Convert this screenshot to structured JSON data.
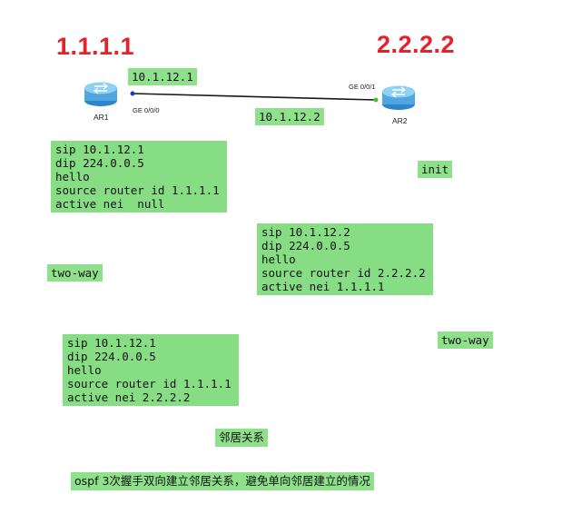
{
  "routers": {
    "ar1": {
      "name": "AR1",
      "router_id": "1.1.1.1",
      "interface": "GE 0/0/0",
      "ip": "10.1.12.1"
    },
    "ar2": {
      "name": "AR2",
      "router_id": "2.2.2.2",
      "interface": "GE 0/0/1",
      "ip": "10.1.12.2"
    }
  },
  "packets": [
    {
      "lines": [
        "sip 10.1.12.1",
        "dip 224.0.0.5",
        "hello",
        "source router id 1.1.1.1",
        "active nei  null"
      ]
    },
    {
      "lines": [
        "sip 10.1.12.2",
        "dip 224.0.0.5",
        "hello",
        "source router id 2.2.2.2",
        "active nei 1.1.1.1"
      ]
    },
    {
      "lines": [
        "sip 10.1.12.1",
        "dip 224.0.0.5",
        "hello",
        "source router id 1.1.1.1",
        "active nei 2.2.2.2"
      ]
    }
  ],
  "states": {
    "ar2_first": "init",
    "ar1": "two-way",
    "ar2_second": "two-way"
  },
  "neighbor_label": "邻居关系",
  "summary": "ospf 3次握手双向建立邻居关系，避免单向邻居建立的情况",
  "colors": {
    "router_id": "#e8202a",
    "highlight": "#8fe08b",
    "router_body": "#5ab0e6",
    "link": "#1a1a1a"
  },
  "icons": [
    "router-icon"
  ]
}
